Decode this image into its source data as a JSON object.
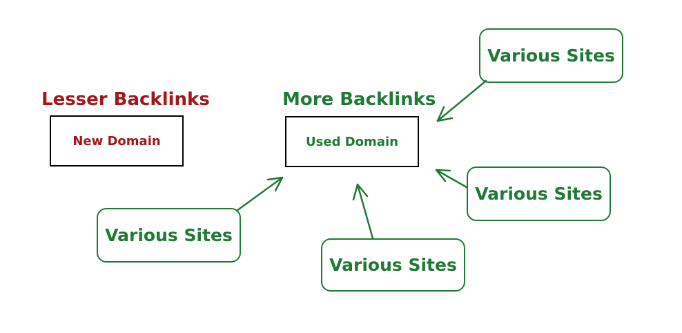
{
  "left": {
    "heading": "Lesser Backlinks",
    "box_label": "New Domain"
  },
  "right": {
    "heading": "More Backlinks",
    "box_label": "Used Domain"
  },
  "sites": [
    {
      "label": "Various Sites"
    },
    {
      "label": "Various Sites"
    },
    {
      "label": "Various Sites"
    },
    {
      "label": "Various Sites"
    }
  ],
  "colors": {
    "red": "#a3161c",
    "green": "#207a35",
    "border": "#000000"
  }
}
